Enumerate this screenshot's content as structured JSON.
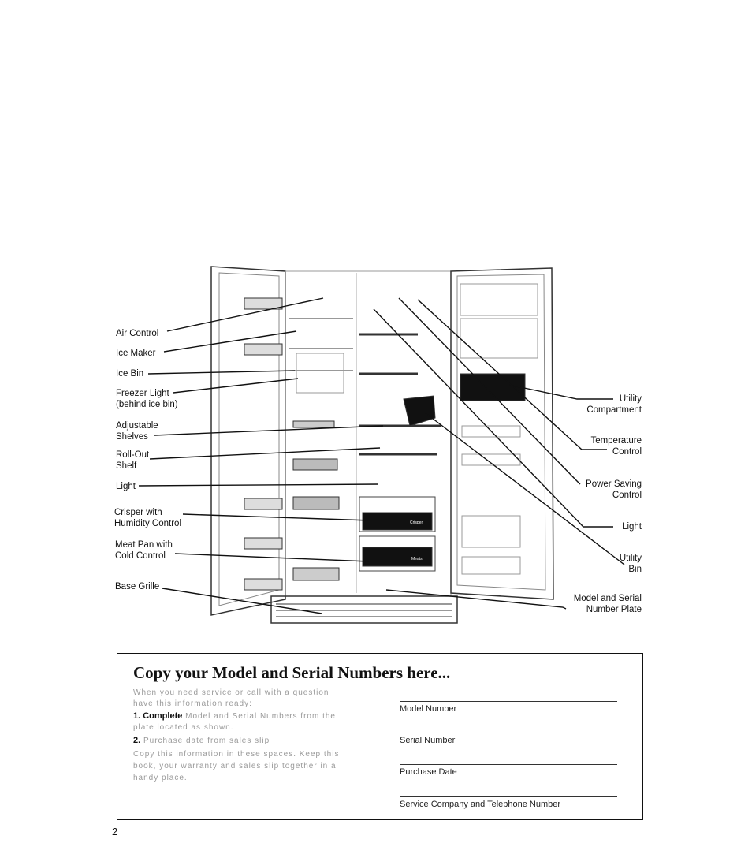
{
  "labels": {
    "air_control": "Air Control",
    "ice_maker": "Ice Maker",
    "ice_bin": "Ice Bin",
    "freezer_light_1": "Freezer Light",
    "freezer_light_2": "(behind ice bin)",
    "adjustable_shelves_1": "Adjustable",
    "adjustable_shelves_2": "Shelves",
    "roll_out_shelf_1": "Roll-Out",
    "roll_out_shelf_2": "Shelf",
    "light_left": "Light",
    "crisper_1": "Crisper with",
    "crisper_2": "Humidity Control",
    "meat_pan_1": "Meat Pan with",
    "meat_pan_2": "Cold Control",
    "base_grille": "Base Grille",
    "utility_compartment_1": "Utility",
    "utility_compartment_2": "Compartment",
    "temperature_control_1": "Temperature",
    "temperature_control_2": "Control",
    "power_saving_1": "Power Saving",
    "power_saving_2": "Control",
    "light_right": "Light",
    "utility_bin_1": "Utility",
    "utility_bin_2": "Bin",
    "model_plate_1": "Model and Serial",
    "model_plate_2": "Number Plate",
    "crisper_drawer_text": "Crisper",
    "meat_drawer_text": "Meats"
  },
  "serial_box": {
    "title": "Copy your Model and Serial Numbers here...",
    "intro_1": "When you need service or call with a question",
    "intro_2": "have this information ready:",
    "step1_num": "1. Complete",
    "step1_text_1": " Model and Serial Numbers from the",
    "step1_text_2": "plate located as shown.",
    "step2_num": "2.",
    "step2_text": " Purchase date from sales slip",
    "copy_1": "Copy this information in these spaces. Keep this",
    "copy_2": "book, your warranty and sales slip together in a",
    "copy_3": "handy place.",
    "fields": [
      "Model Number",
      "Serial Number",
      "Purchase Date",
      "Service Company and Telephone Number"
    ]
  },
  "page_number": "2"
}
